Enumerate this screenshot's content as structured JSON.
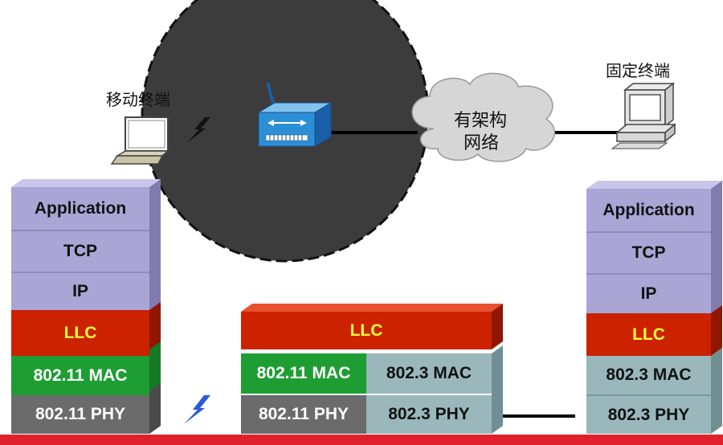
{
  "labels": {
    "mobile_terminal": "移动终端",
    "fixed_terminal": "固定终端",
    "cloud_line1": "有架构",
    "cloud_line2": "网络"
  },
  "left_stack": {
    "application": "Application",
    "tcp": "TCP",
    "ip": "IP",
    "llc": "LLC",
    "mac": "802.11 MAC",
    "phy": "802.11 PHY"
  },
  "middle_stack": {
    "llc": "LLC",
    "wifi_mac": "802.11 MAC",
    "eth_mac": "802.3 MAC",
    "wifi_phy": "802.11 PHY",
    "eth_phy": "802.3 PHY"
  },
  "right_stack": {
    "application": "Application",
    "tcp": "TCP",
    "ip": "IP",
    "llc": "LLC",
    "mac": "802.3 MAC",
    "phy": "802.3 PHY"
  },
  "colors": {
    "upper_layers": "#a9a6d6",
    "llc": "#cc2200",
    "llc_text": "#ffff33",
    "wifi_mac": "#1e9e32",
    "wifi_phy": "#6b6b6b",
    "eth": "#9ab8bc",
    "bottom_bar": "#e0202a",
    "coverage": "#3c3c3c"
  }
}
